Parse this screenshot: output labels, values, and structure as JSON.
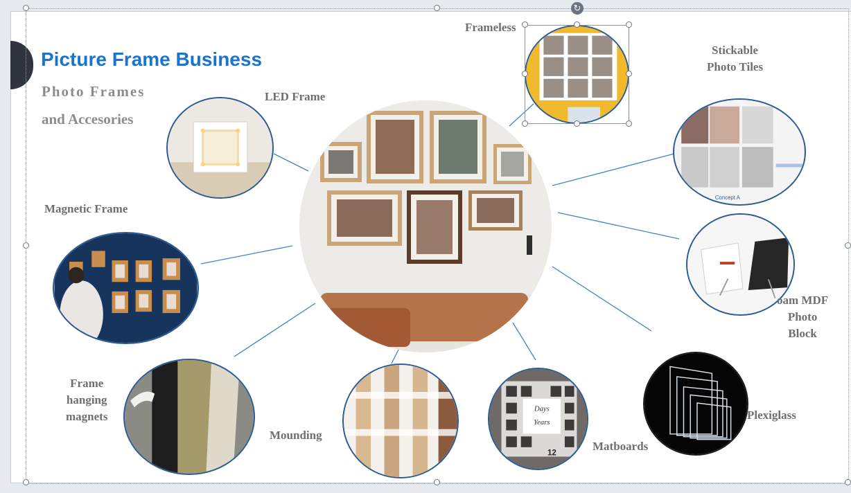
{
  "title": "Picture Frame Business",
  "subtitle": [
    "Photo Frames",
    "and Accesories"
  ],
  "labels": {
    "led": "LED Frame",
    "magnetic": "Magnetic Frame",
    "hanging": [
      "Frame",
      "hanging",
      "magnets"
    ],
    "mounding": "Mounding",
    "matboards": "Matboards",
    "plexiglass": "Plexiglass",
    "foam": [
      "oam MDF",
      "Photo",
      "Block"
    ],
    "stickable": [
      "Stickable",
      "Photo Tiles"
    ],
    "frameless": "Frameless"
  },
  "image_text": {
    "matboard_card": [
      "Days",
      "Years"
    ],
    "matboard_number": "12",
    "tiles_caption": "Concept A"
  },
  "colors": {
    "title": "#1a73cf",
    "connector": "#3b86c6",
    "circle_border": "#2b5b93"
  }
}
